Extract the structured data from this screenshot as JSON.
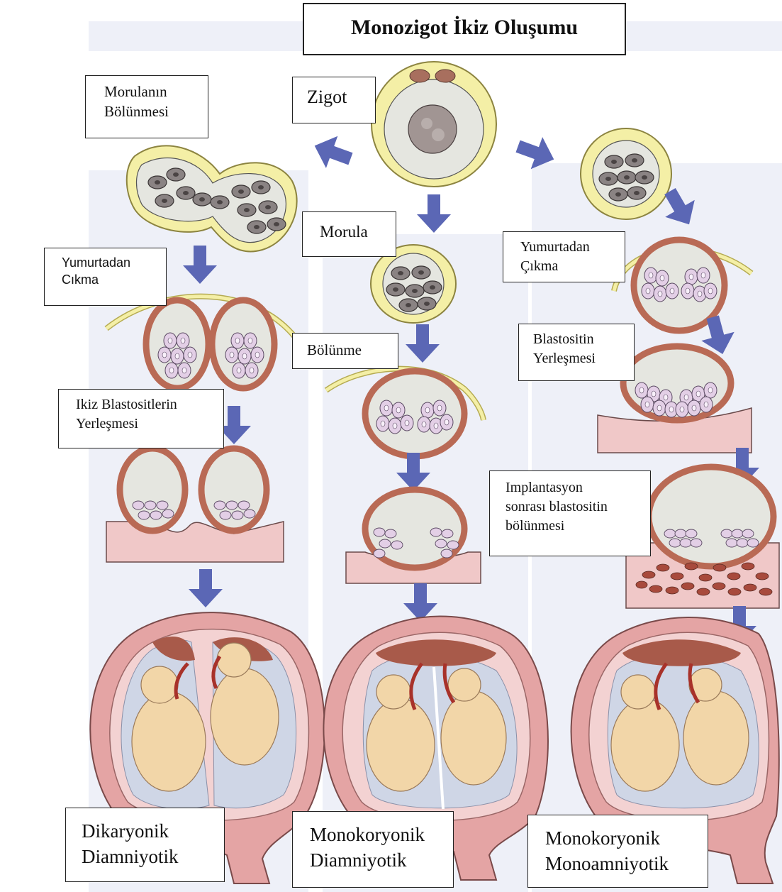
{
  "title": "Monozigot İkiz Oluşumu",
  "labels": {
    "zigot": "Zigot",
    "morula_bolunmesi": [
      "Morulanın",
      "Bölünmesi"
    ],
    "morula": "Morula",
    "yumurtadan_cikma_left": [
      "Yumurtadan",
      "Cıkma"
    ],
    "yumurtadan_cikma_right": [
      "Yumurtadan",
      "Çıkma"
    ],
    "bolunme": "Bölünme",
    "ikiz_blastositlerin": [
      "Ikiz Blastositlerin",
      "Yerleşmesi"
    ],
    "blastositin_yerlesmesi": [
      "Blastositin",
      "Yerleşmesi"
    ],
    "implantasyon": [
      "Implantasyon",
      "sonrası blastositin",
      "bölünmesi"
    ]
  },
  "outcomes": {
    "left": [
      "Dikaryonik",
      "Diamniyotik"
    ],
    "middle": [
      "Monokoryonik",
      "Diamniyotik"
    ],
    "right": [
      "Monokoryonik",
      "Monoamniyotik"
    ]
  },
  "colors": {
    "arrow": "#5b67b5",
    "zona": "#f4efa6",
    "zona_stroke": "#b5ab52",
    "cell": "#8a8383",
    "trophoblast": "#b96a55",
    "icm": "#d8c2dc",
    "uterus_tissue": "#f0c8c8",
    "uterus_wall": "#e4a4a4",
    "placenta": "#a85a4a",
    "fetus": "#f2d6a8",
    "amnion": "#cfd6e6",
    "column_bg": "#eef0f8"
  }
}
